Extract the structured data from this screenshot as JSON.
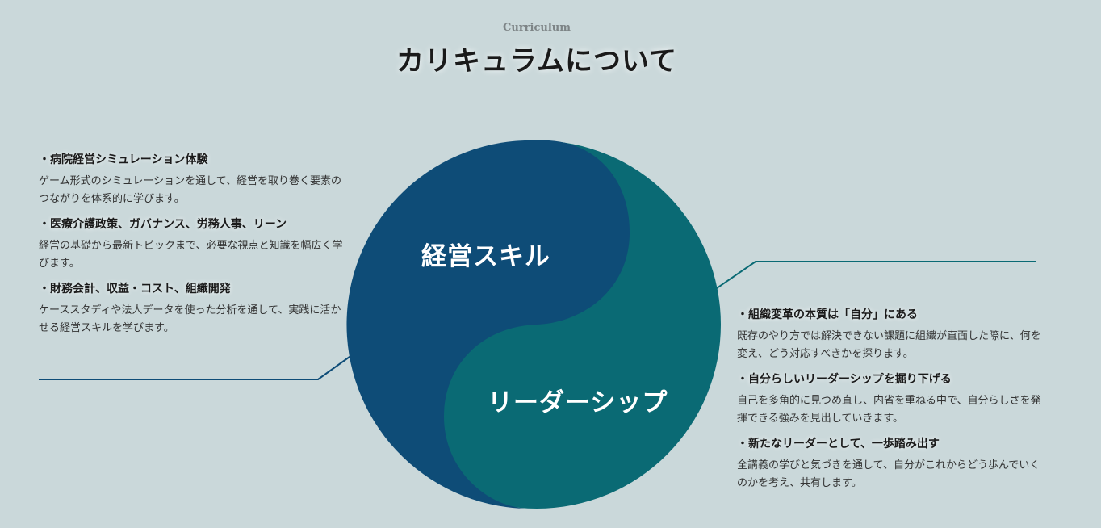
{
  "header": {
    "eyebrow": "Curriculum",
    "title": "カリキュラムについて"
  },
  "colors": {
    "background": "#cad8da",
    "management_blue": "#0e4c77",
    "leadership_teal": "#0a6a74"
  },
  "circle": {
    "management_label": "経営スキル",
    "leadership_label": "リーダーシップ"
  },
  "management_items": [
    {
      "heading": "・病院経営シミュレーション体験",
      "body": "ゲーム形式のシミュレーションを通して、経営を取り巻く要素のつながりを体系的に学びます。"
    },
    {
      "heading": "・医療介護政策、ガバナンス、労務人事、リーン",
      "body": "経営の基礎から最新トピックまで、必要な視点と知識を幅広く学びます。"
    },
    {
      "heading": "・財務会計、収益・コスト、組織開発",
      "body": "ケーススタディや法人データを使った分析を通して、実践に活かせる経営スキルを学びます。"
    }
  ],
  "leadership_items": [
    {
      "heading": "・組織変革の本質は「自分」にある",
      "body": "既存のやり方では解決できない課題に組織が直面した際に、何を変え、どう対応すべきかを探ります。"
    },
    {
      "heading": "・自分らしいリーダーシップを掘り下げる",
      "body": "自己を多角的に見つめ直し、内省を重ねる中で、自分らしさを発揮できる強みを見出していきます。"
    },
    {
      "heading": "・新たなリーダーとして、一歩踏み出す",
      "body": "全講義の学びと気づきを通して、自分がこれからどう歩んでいくのかを考え、共有します。"
    }
  ]
}
